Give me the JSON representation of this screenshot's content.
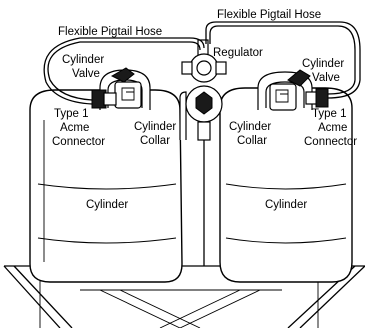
{
  "labels": {
    "hose_left": "Flexible Pigtail Hose",
    "hose_right": "Flexible Pigtail Hose",
    "regulator": "Regulator",
    "valve_left_1": "Cylinder",
    "valve_left_2": "Valve",
    "valve_right_1": "Cylinder",
    "valve_right_2": "Valve",
    "acme_left_1": "Type 1",
    "acme_left_2": "Acme",
    "acme_left_3": "Connector",
    "acme_right_1": "Type 1",
    "acme_right_2": "Acme",
    "acme_right_3": "Connector",
    "collar_left_1": "Cylinder",
    "collar_left_2": "Collar",
    "collar_right_1": "Cylinder",
    "collar_right_2": "Collar",
    "cylinder_left": "Cylinder",
    "cylinder_right": "Cylinder"
  },
  "colors": {
    "line": "#000000",
    "background": "#ffffff"
  }
}
